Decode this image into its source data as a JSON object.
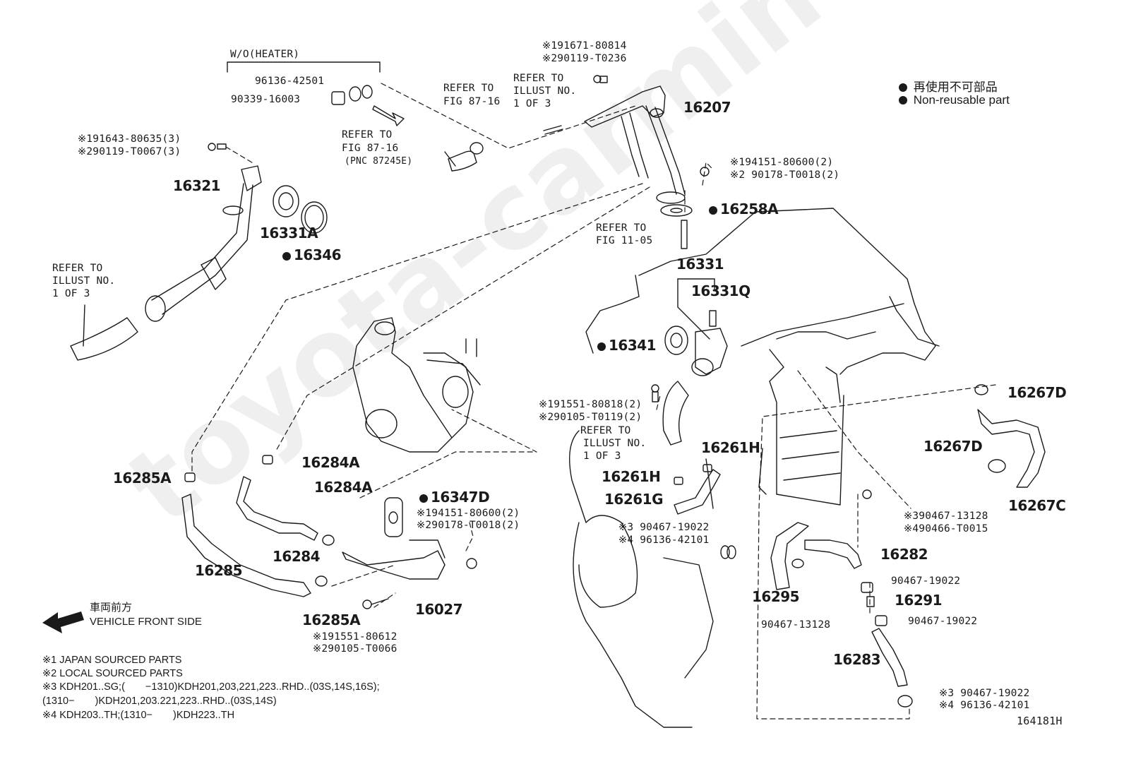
{
  "diagram_id": "164181H",
  "watermark": "toyota-carmine.ru",
  "legend": {
    "jp": "再使用不可部品",
    "en": "Non-reusable part"
  },
  "front_indicator": {
    "jp": "車両前方",
    "en": "VEHICLE FRONT SIDE"
  },
  "footnotes": [
    "※1 JAPAN SOURCED PARTS",
    "※2 LOCAL SOURCED PARTS",
    "※3 KDH201..SG;(　　−1310)KDH201,203,221,223..RHD..(03S,14S,16S);",
    "(1310−　　)KDH201,203.221,223..RHD..(03S,14S)",
    "※4 KDH203..TH;(1310−　　)KDH223..TH"
  ],
  "labels": {
    "wo_heater": "W/O(HEATER)",
    "p96136_42501": "96136-42501",
    "p90339_16003": "90339-16003",
    "refer_fig8716_a": "REFER TO",
    "refer_fig8716_b": "FIG 87-16",
    "refer_illust_top_a": "REFER TO",
    "refer_illust_top_b": "ILLUST NO.",
    "refer_illust_top_c": "1 OF 3",
    "refer_fig8716pnc_a": "REFER TO",
    "refer_fig8716pnc_b": "FIG 87-16",
    "refer_fig8716pnc_c": "(PNC 87245E)",
    "bolt_191671": "※191671-80814",
    "bolt_290119_t0236": "※290119-T0236",
    "p16207": "16207",
    "bolt_191643": "※191643-80635(3)",
    "bolt_290119_t0067": "※290119-T0067(3)",
    "p16321": "16321",
    "p16331a": "16331A",
    "p16346": "16346",
    "nut_194151_a": "※194151-80600(2)",
    "nut_290178_a": "※2 90178-T0018(2)",
    "p16258a": "16258A",
    "refer_fig1105_a": "REFER TO",
    "refer_fig1105_b": "FIG 11-05",
    "refer_illust_left_a": "REFER TO",
    "refer_illust_left_b": "ILLUST NO.",
    "refer_illust_left_c": "1 OF 3",
    "p16331": "16331",
    "p16331q": "16331Q",
    "p16341": "16341",
    "bolt_191551_80818": "※191551-80818(2)",
    "bolt_290105_t0119": "※290105-T0119(2)",
    "refer_illust_mid_a": "REFER TO",
    "refer_illust_mid_b": "ILLUST NO.",
    "refer_illust_mid_c": "1 OF 3",
    "p16261h_a": "16261H",
    "p16261h_b": "16261H",
    "p16261g": "16261G",
    "clamp_390467_19022": "※3 90467-19022",
    "clamp_496136_42101": "※4 96136-42101",
    "p16267d_a": "16267D",
    "p16267d_b": "16267D",
    "p16267c": "16267C",
    "clip_390467_13128": "※390467-13128",
    "clip_490466_t0015": "※490466-T0015",
    "p16282": "16282",
    "p16295": "16295",
    "p90467_19022_a": "90467-19022",
    "p16291": "16291",
    "p90467_13128": "90467-13128",
    "p90467_19022_b": "90467-19022",
    "p16283": "16283",
    "clamp_390467_19022_b": "※3 90467-19022",
    "clamp_496136_42101_b": "※4 96136-42101",
    "p16285a_a": "16285A",
    "p16284a_a": "16284A",
    "p16284a_b": "16284A",
    "p16347d": "16347D",
    "nut_194151_b": "※194151-80600(2)",
    "nut_290178_b": "※290178-T0018(2)",
    "p16285": "16285",
    "p16284": "16284",
    "p16027": "16027",
    "p16285a_b": "16285A",
    "bolt_191551_80612": "※191551-80612",
    "bolt_290105_t0066": "※290105-T0066"
  }
}
